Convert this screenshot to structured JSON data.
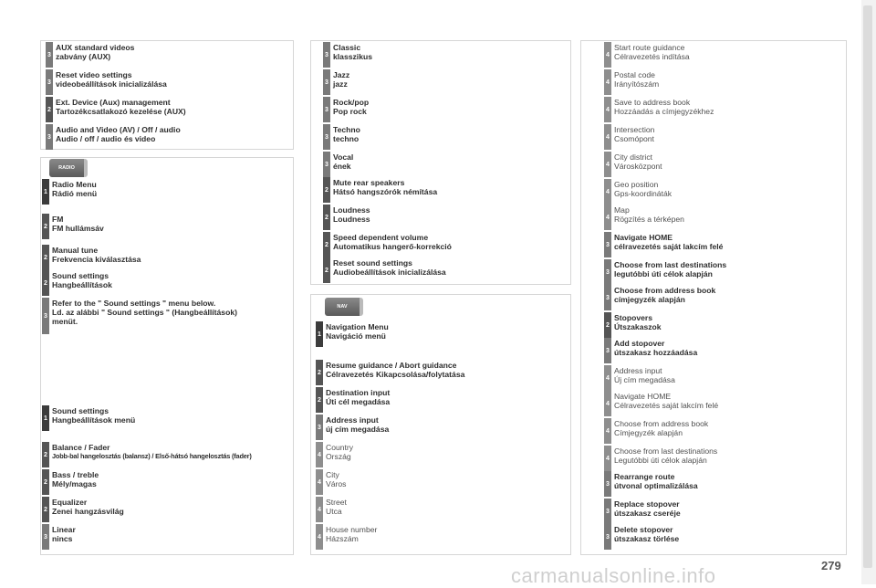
{
  "page_number": "279",
  "watermark": "carmanualsonline.info",
  "logos": {
    "radio": "RADIO",
    "nav": "NAV"
  },
  "col1": {
    "top": [
      {
        "level": "3",
        "lines": [
          "AUX standard videos",
          "zabvány (AUX)"
        ]
      },
      {
        "level": "3",
        "lines": [
          "Reset video settings",
          "videobeállítások inicializálása"
        ]
      },
      {
        "level": "2",
        "lines": [
          "Ext. Device (Aux) management",
          "Tartozékcsatlakozó kezelése (AUX)"
        ]
      },
      {
        "level": "3",
        "lines": [
          "Audio and Video (AV) /  Off  / audio",
          "Audio / off / audio és video"
        ]
      }
    ],
    "radio": [
      {
        "level": "1",
        "lines": [
          "Radio Menu",
          "Rádió menü"
        ]
      },
      {
        "level": "2",
        "lines": [
          "FM",
          "FM hullámsáv"
        ]
      },
      {
        "level": "2",
        "lines": [
          "Manual tune",
          "Frekvencia kiválasztása"
        ]
      },
      {
        "level": "2",
        "lines": [
          "Sound settings",
          "Hangbeállítások"
        ]
      },
      {
        "level": "3",
        "lines": [
          "Refer to the \" Sound settings \" menu below.",
          "Ld. az alábbi \" Sound settings \" (Hangbeállítások)",
          "menüt."
        ]
      },
      {
        "level": "1",
        "lines": [
          "Sound settings",
          "Hangbeállítások menü"
        ]
      },
      {
        "level": "2",
        "lines": [
          "Balance / Fader",
          "Jobb-bal hangelosztás (balansz) / Első-hátsó hangelosztás (fader)"
        ]
      },
      {
        "level": "2",
        "lines": [
          "Bass / treble",
          "Mély/magas"
        ]
      },
      {
        "level": "2",
        "lines": [
          "Equalizer",
          "Zenei hangzásvilág"
        ]
      },
      {
        "level": "3",
        "lines": [
          "Linear",
          "nincs"
        ]
      }
    ]
  },
  "col2": {
    "top": [
      {
        "level": "3",
        "lines": [
          "Classic",
          "klasszikus"
        ]
      },
      {
        "level": "3",
        "lines": [
          "Jazz",
          "jazz"
        ]
      },
      {
        "level": "3",
        "lines": [
          "Rock/pop",
          "Pop rock"
        ]
      },
      {
        "level": "3",
        "lines": [
          "Techno",
          "techno"
        ]
      },
      {
        "level": "3",
        "lines": [
          "Vocal",
          "ének"
        ]
      },
      {
        "level": "2",
        "lines": [
          "Mute rear speakers",
          "Hátsó hangszórók némítása"
        ]
      },
      {
        "level": "2",
        "lines": [
          "Loudness",
          "Loudness"
        ]
      },
      {
        "level": "2",
        "lines": [
          "Speed dependent volume",
          "Automatikus hangerő-korrekció"
        ]
      },
      {
        "level": "2",
        "lines": [
          "Reset sound settings",
          "Audiobeállítások inicializálása"
        ]
      }
    ],
    "nav": [
      {
        "level": "1",
        "lines": [
          "Navigation Menu",
          "Navigáció menü"
        ]
      },
      {
        "level": "2",
        "lines": [
          "Resume guidance / Abort guidance",
          "Célravezetés Kikapcsolása/folytatása"
        ]
      },
      {
        "level": "2",
        "lines": [
          "Destination input",
          "Úti cél megadása"
        ]
      },
      {
        "level": "3",
        "lines": [
          "Address input",
          "új cím megadása"
        ]
      },
      {
        "level": "4",
        "lines": [
          "Country",
          "Ország"
        ]
      },
      {
        "level": "4",
        "lines": [
          "City",
          "Város"
        ]
      },
      {
        "level": "4",
        "lines": [
          "Street",
          "Utca"
        ]
      },
      {
        "level": "4",
        "lines": [
          "House number",
          "Házszám"
        ]
      }
    ]
  },
  "col3": [
    {
      "level": "4",
      "lines": [
        "Start route guidance",
        "Célravezetés indítása"
      ]
    },
    {
      "level": "4",
      "lines": [
        "Postal code",
        "Irányítószám"
      ]
    },
    {
      "level": "4",
      "lines": [
        "Save to address book",
        "Hozzáadás a címjegyzékhez"
      ]
    },
    {
      "level": "4",
      "lines": [
        "Intersection",
        "Csomópont"
      ]
    },
    {
      "level": "4",
      "lines": [
        "City district",
        "Városközpont"
      ]
    },
    {
      "level": "4",
      "lines": [
        "Geo position",
        "Gps-koordináták"
      ]
    },
    {
      "level": "4",
      "lines": [
        "Map",
        "Rögzítés a térképen"
      ]
    },
    {
      "level": "3",
      "lines": [
        "Navigate HOME",
        "célravezetés saját lakcím felé"
      ]
    },
    {
      "level": "3",
      "lines": [
        "Choose from last destinations",
        "legutóbbi úti célok alapján"
      ]
    },
    {
      "level": "3",
      "lines": [
        "Choose from address book",
        "címjegyzék alapján"
      ]
    },
    {
      "level": "2",
      "lines": [
        "Stopovers",
        "Útszakaszok"
      ]
    },
    {
      "level": "3",
      "lines": [
        "Add stopover",
        "útszakasz hozzáadása"
      ]
    },
    {
      "level": "4",
      "lines": [
        "Address input",
        "Új cím megadása"
      ]
    },
    {
      "level": "4",
      "lines": [
        "Navigate HOME",
        "Célravezetés saját lakcím felé"
      ]
    },
    {
      "level": "4",
      "lines": [
        "Choose from address book",
        "Címjegyzék alapján"
      ]
    },
    {
      "level": "4",
      "lines": [
        "Choose from last destinations",
        "Legutóbbi úti célok alapján"
      ]
    },
    {
      "level": "3",
      "lines": [
        "Rearrange route",
        "útvonal optimalizálása"
      ]
    },
    {
      "level": "3",
      "lines": [
        "Replace stopover",
        "útszakasz cseréje"
      ]
    },
    {
      "level": "3",
      "lines": [
        "Delete stopover",
        "útszakasz törlése"
      ]
    }
  ]
}
